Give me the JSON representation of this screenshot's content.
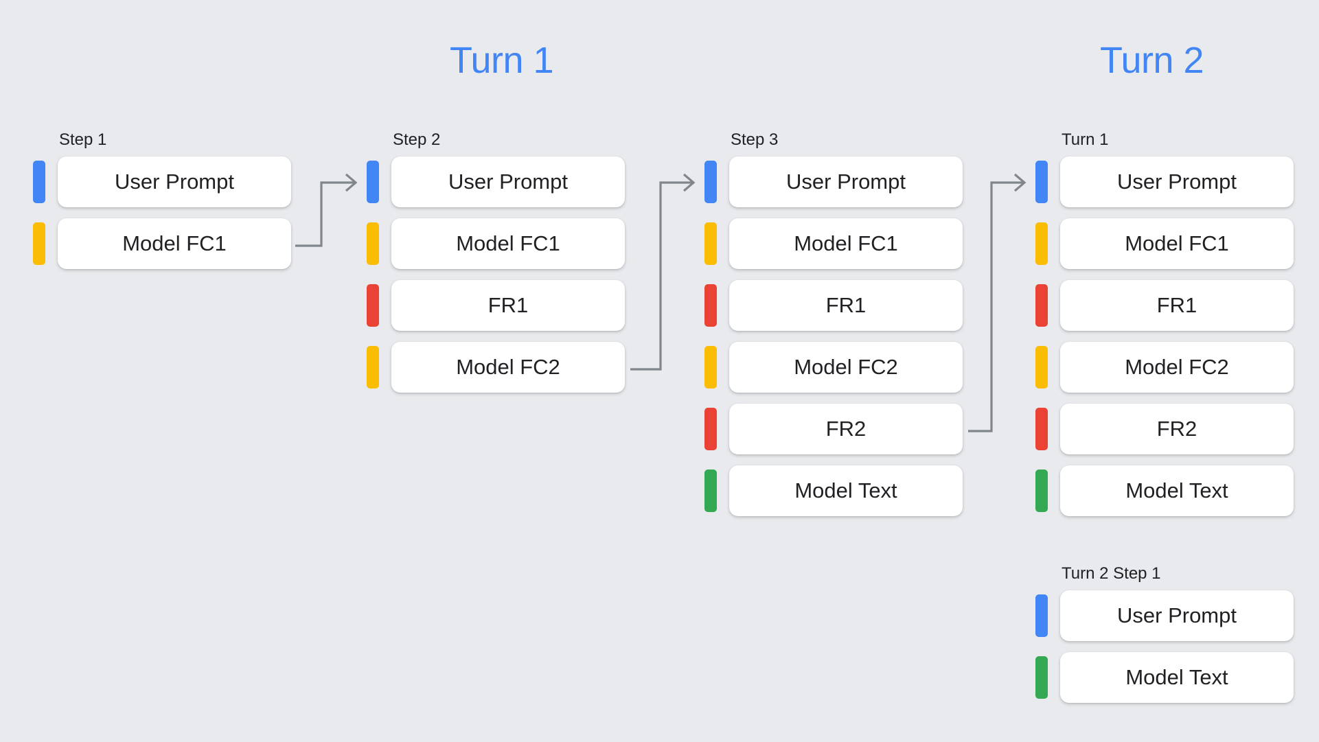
{
  "background_color": "#e8eaed",
  "palette": {
    "blue": "#4285f4",
    "yellow": "#fbbc04",
    "red": "#ea4335",
    "green": "#34a853",
    "connector_gray": "#80868b",
    "card_white": "#ffffff",
    "text_dark": "#202124"
  },
  "headings": {
    "turn1": "Turn 1",
    "turn2": "Turn 2"
  },
  "columns": [
    {
      "id": "step1",
      "label": "Step 1",
      "rows": [
        {
          "color": "blue",
          "label": "User Prompt"
        },
        {
          "color": "yellow",
          "label": "Model FC1"
        }
      ]
    },
    {
      "id": "step2",
      "label": "Step 2",
      "rows": [
        {
          "color": "blue",
          "label": "User Prompt"
        },
        {
          "color": "yellow",
          "label": "Model FC1"
        },
        {
          "color": "red",
          "label": "FR1"
        },
        {
          "color": "yellow",
          "label": "Model FC2"
        }
      ]
    },
    {
      "id": "step3",
      "label": "Step 3",
      "rows": [
        {
          "color": "blue",
          "label": "User Prompt"
        },
        {
          "color": "yellow",
          "label": "Model FC1"
        },
        {
          "color": "red",
          "label": "FR1"
        },
        {
          "color": "yellow",
          "label": "Model FC2"
        },
        {
          "color": "red",
          "label": "FR2"
        },
        {
          "color": "green",
          "label": "Model Text"
        }
      ]
    },
    {
      "id": "turn2-t1",
      "label": "Turn 1",
      "rows": [
        {
          "color": "blue",
          "label": "User Prompt"
        },
        {
          "color": "yellow",
          "label": "Model FC1"
        },
        {
          "color": "red",
          "label": "FR1"
        },
        {
          "color": "yellow",
          "label": "Model FC2"
        },
        {
          "color": "red",
          "label": "FR2"
        },
        {
          "color": "green",
          "label": "Model Text"
        }
      ]
    },
    {
      "id": "turn2-s1",
      "label": "Turn 2 Step 1",
      "rows": [
        {
          "color": "blue",
          "label": "User Prompt"
        },
        {
          "color": "green",
          "label": "Model Text"
        }
      ]
    }
  ],
  "connectors": [
    {
      "id": "step1-to-step2",
      "from": "step1.Model FC1",
      "to": "step2.User Prompt"
    },
    {
      "id": "step2-to-step3",
      "from": "step2.Model FC2",
      "to": "step3.User Prompt"
    },
    {
      "id": "step3-to-turn2",
      "from": "step3.FR2",
      "to": "turn2-t1.User Prompt"
    }
  ]
}
